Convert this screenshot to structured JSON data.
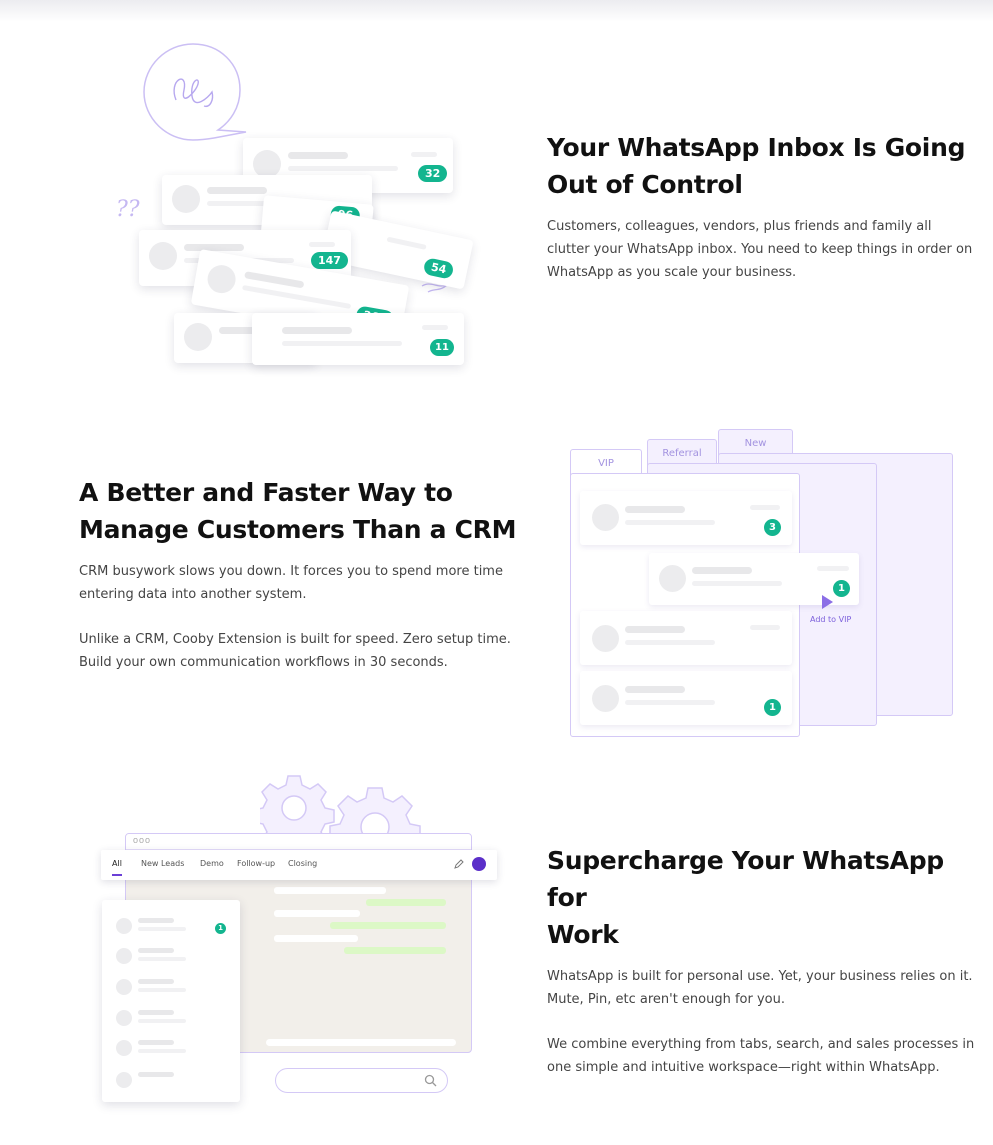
{
  "sections": [
    {
      "heading_line1": "Your WhatsApp Inbox Is Going",
      "heading_line2": "Out of Control",
      "paragraphs": [
        "Customers, colleagues, vendors, plus friends and family all clutter your WhatsApp inbox. You need to keep things in order on WhatsApp as you scale your business."
      ]
    },
    {
      "heading_line1": "A Better and Faster Way to",
      "heading_line2": "Manage Customers Than a CRM",
      "paragraphs": [
        "CRM busywork slows you down. It forces you to spend more time entering data into another system.",
        "Unlike a CRM, Cooby Extension is built for speed. Zero setup time. Build your own communication workflows in 30 seconds."
      ]
    },
    {
      "heading_line1": "Supercharge Your WhatsApp for",
      "heading_line2": "Work",
      "paragraphs": [
        "WhatsApp is built for personal use. Yet, your business relies on it. Mute, Pin, etc aren't enough for you.",
        "We combine everything from tabs, search, and sales processes in one simple and intuitive workspace—right within WhatsApp."
      ]
    }
  ],
  "illustration_inbox": {
    "badges": [
      "32",
      "96",
      "147",
      "54",
      "261",
      "11"
    ],
    "question_marks": "??"
  },
  "illustration_folders": {
    "tabs": [
      "VIP",
      "Referral",
      "New"
    ],
    "badges": [
      "3",
      "1",
      "1"
    ],
    "action_label": "Add to VIP"
  },
  "illustration_workspace": {
    "tabs": [
      "All",
      "New Leads",
      "Demo",
      "Follow-up",
      "Closing"
    ],
    "window_dots": "ooo",
    "badge": "1"
  },
  "colors": {
    "accent_green": "#13b58f",
    "accent_purple": "#6b3fd6",
    "light_purple": "#d4c9f6"
  }
}
